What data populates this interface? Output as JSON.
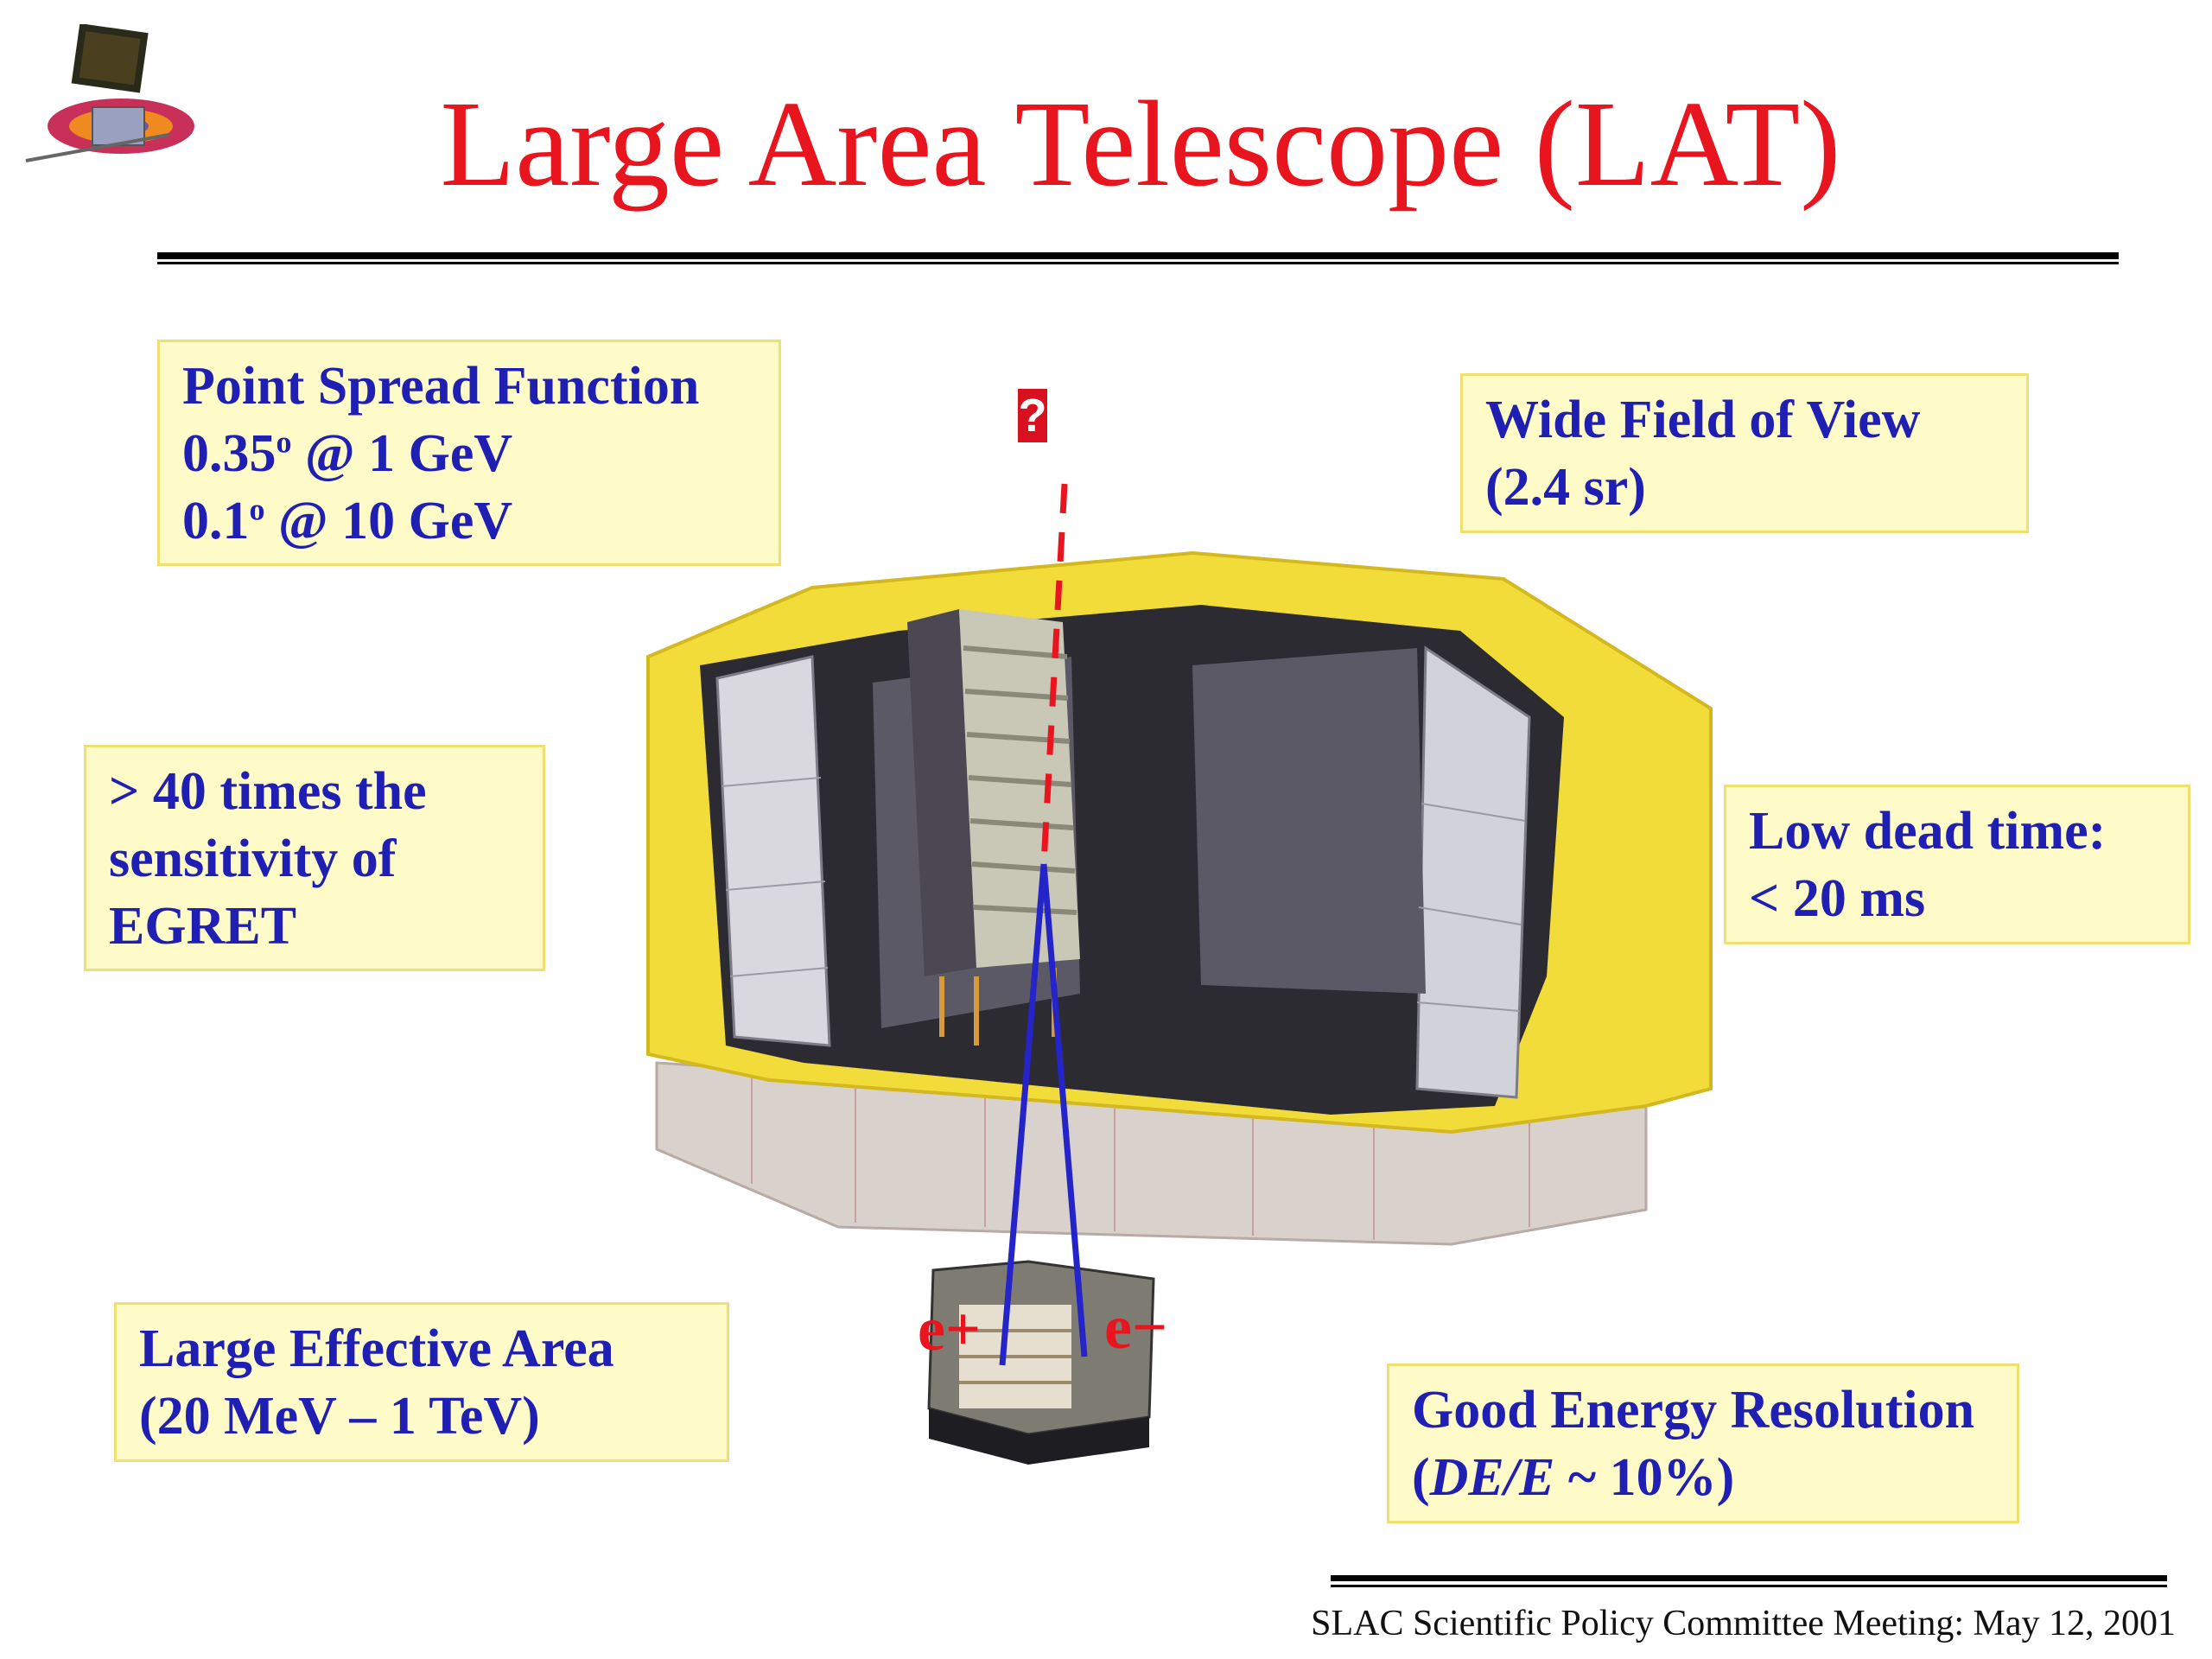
{
  "title": "Large Area Telescope (LAT)",
  "boxes": {
    "psf": [
      "Point Spread Function",
      "0.35",
      "o",
      " @ 1 GeV",
      "0.1",
      "o",
      " @ 10 GeV"
    ],
    "sensitivity": [
      "> 40 times the",
      "sensitivity of",
      "EGRET"
    ],
    "area": [
      "Large Effective Area",
      "(20 MeV – 1 TeV)"
    ],
    "fov": [
      "Wide Field of View",
      "(2.4 sr)"
    ],
    "deadtime": [
      "Low dead time:",
      "< 20 ms"
    ],
    "energy": [
      "Good Energy Resolution",
      "(",
      "DE/E",
      " ~ 10%)"
    ]
  },
  "particles": {
    "positron": "e+",
    "electron": "e−",
    "unknown": "?"
  },
  "footer": "SLAC Scientific Policy Committee Meeting:  May 12, 2001",
  "colors": {
    "title": "#e8141e",
    "box_text": "#1f1fb4",
    "box_bg": "#fffbc8",
    "shield": "#f2dc3a"
  }
}
